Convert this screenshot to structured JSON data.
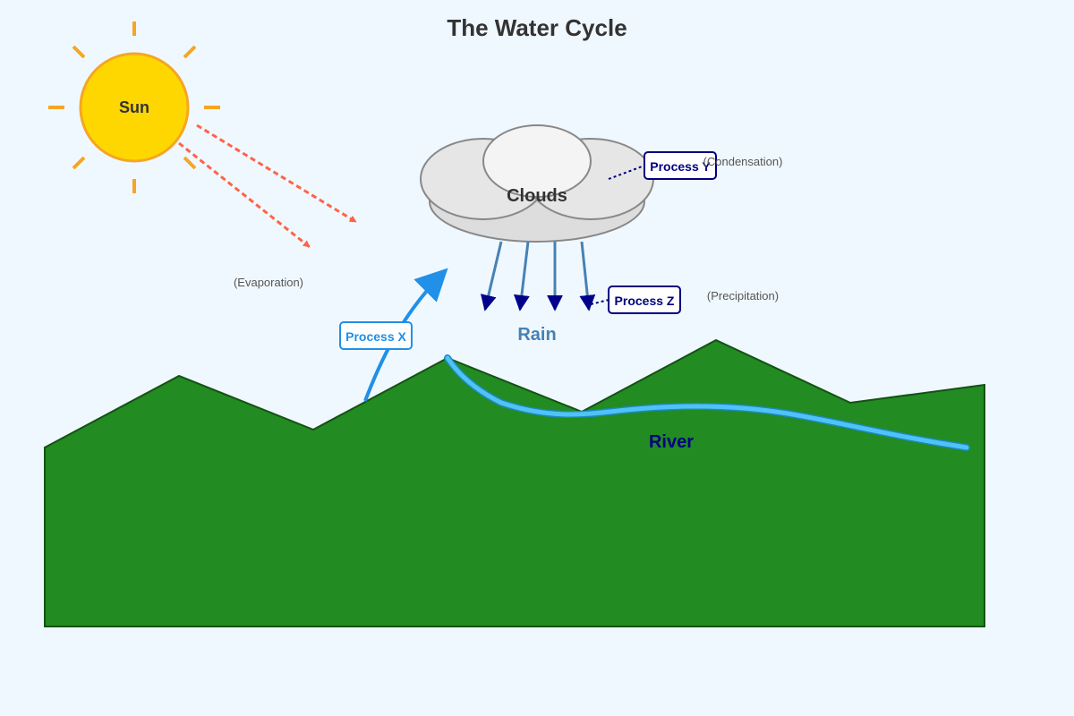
{
  "title": "The Water Cycle",
  "sun": {
    "label": "Sun",
    "color": "#ffd700",
    "ray_color": "#f5a623"
  },
  "clouds": {
    "label": "Clouds"
  },
  "rain": {
    "label": "Rain"
  },
  "river": {
    "label": "River"
  },
  "processes": {
    "x": {
      "label": "Process X",
      "note": "(Evaporation)",
      "color": "#2090e8"
    },
    "y": {
      "label": "Process Y",
      "note": "(Condensation)",
      "color": "#000080"
    },
    "z": {
      "label": "Process Z",
      "note": "(Precipitation)",
      "color": "#000080"
    }
  },
  "colors": {
    "background": "#f0f8ff",
    "land": "#228b22",
    "river": "#4fc3f7",
    "sunlight_arrows": "#ff6347",
    "rain_arrows": "#00008b"
  }
}
